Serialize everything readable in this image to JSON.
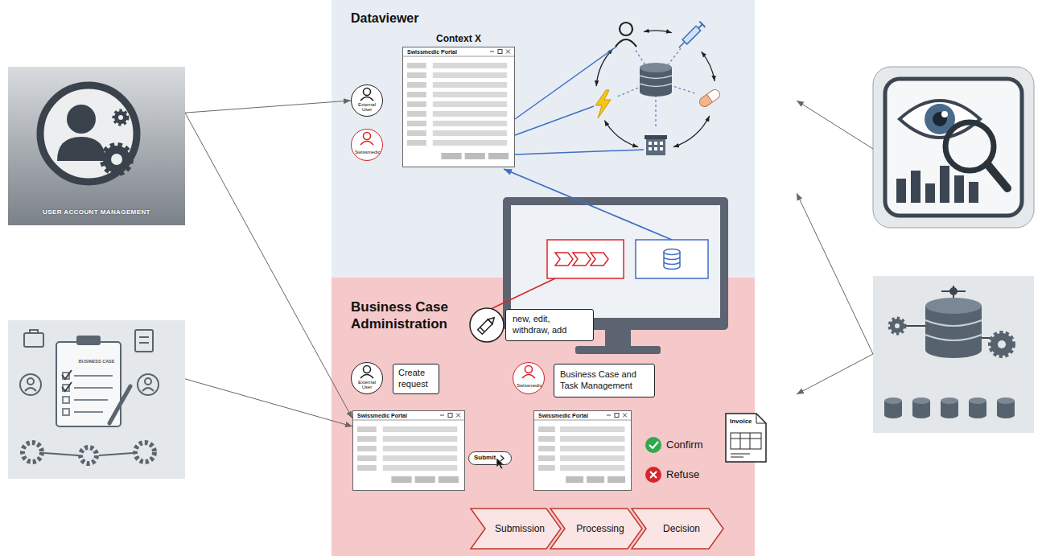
{
  "diagram": {
    "nodes": [
      {
        "text": [
          "Dataviewer"
        ]
      },
      {
        "text": [
          "External User"
        ],
        "in": 0
      },
      {
        "text": [
          "Swissmedic"
        ],
        "in": 0
      },
      {
        "text": [
          "Context X",
          "Swissmedic Portal"
        ],
        "in": 0
      },
      {
        "text": [
          "Business Case Administration"
        ]
      },
      {
        "text": [
          "new, edit, withdraw, add"
        ],
        "in": 4
      },
      {
        "text": [
          "External User"
        ],
        "in": 4
      },
      {
        "text": [
          "Create request"
        ],
        "in": 4
      },
      {
        "text": [
          "Swissmedic"
        ],
        "in": 4
      },
      {
        "text": [
          "Business Case and Task Management"
        ],
        "in": 4
      },
      {
        "text": [
          "Swissmedic Portal"
        ],
        "in": 4
      },
      {
        "text": [
          "Submit"
        ],
        "in": 4
      },
      {
        "text": [
          "Swissmedic Portal"
        ],
        "in": 4
      },
      {
        "text": [
          "Invoice"
        ],
        "in": 4
      },
      {
        "text": [
          "Submission"
        ],
        "in": 4
      },
      {
        "text": [
          "Processing"
        ],
        "in": 4
      },
      {
        "text": [
          "Decision"
        ],
        "in": 4
      },
      {
        "text": [
          "USER ACCOUNT MANAGEMENT"
        ]
      },
      {
        "text": [
          "BUSINESS CASE"
        ]
      }
    ],
    "edges": [
      {
        "from": 17,
        "to": 1,
        "arrow": "to"
      },
      {
        "from": 17,
        "to": 10,
        "arrow": "to"
      },
      {
        "from": 18,
        "to": 10,
        "arrow": "to"
      }
    ],
    "labels": [
      "Confirm",
      "Refuse"
    ]
  }
}
